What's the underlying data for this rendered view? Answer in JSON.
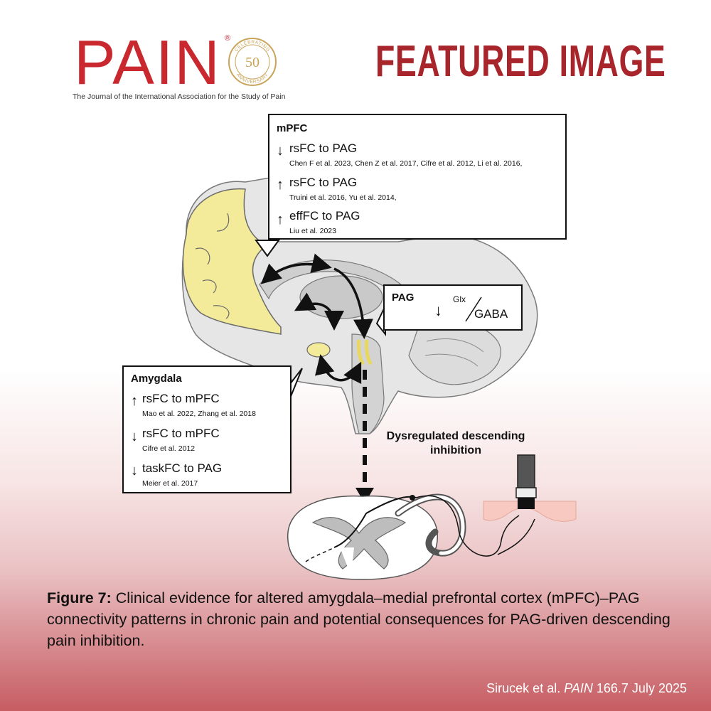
{
  "header": {
    "logo": "PAIN",
    "registered": "®",
    "journal_subtitle": "The Journal of the International Association for the Study of Pain",
    "badge_top": "CELEBRATING",
    "badge_number": "50",
    "badge_bottom": "ANNIVERSARY",
    "featured": "FEATURED IMAGE"
  },
  "colors": {
    "brand_red": "#c8282e",
    "highlight_yellow": "#f3eb9a",
    "gold": "#c9a55a"
  },
  "mpfc": {
    "title": "mPFC",
    "items": [
      {
        "arrow": "↓",
        "label": "rsFC to PAG",
        "refs": "Chen F et al. 2023, Chen Z et al. 2017, Cifre et al. 2012, Li et al. 2016,"
      },
      {
        "arrow": "↑",
        "label": "rsFC to PAG",
        "refs": "Truini et al. 2016, Yu et al. 2014,"
      },
      {
        "arrow": "↑",
        "label": "effFC to PAG",
        "refs": "Liu et al. 2023"
      }
    ]
  },
  "pag": {
    "title": "PAG",
    "arrow": "↓",
    "numerator": "Glx",
    "denominator": "GABA"
  },
  "amygdala": {
    "title": "Amygdala",
    "items": [
      {
        "arrow": "↑",
        "label": "rsFC to mPFC",
        "refs": "Mao et al. 2022, Zhang et al. 2018"
      },
      {
        "arrow": "↓",
        "label": "rsFC to mPFC",
        "refs": "Cifre et al. 2012"
      },
      {
        "arrow": "↓",
        "label": "taskFC to PAG",
        "refs": "Meier et al. 2017"
      }
    ]
  },
  "descending": {
    "line1": "Dysregulated descending",
    "line2": "inhibition"
  },
  "caption": {
    "label": "Figure 7:",
    "text": " Clinical evidence for altered amygdala–medial prefrontal cortex (mPFC)–PAG connectivity patterns in chronic pain and potential consequences for PAG-driven descending pain inhibition."
  },
  "citation": {
    "authors": "Sirucek et al. ",
    "journal": "PAIN",
    "issue": " 166.7 July 2025"
  }
}
